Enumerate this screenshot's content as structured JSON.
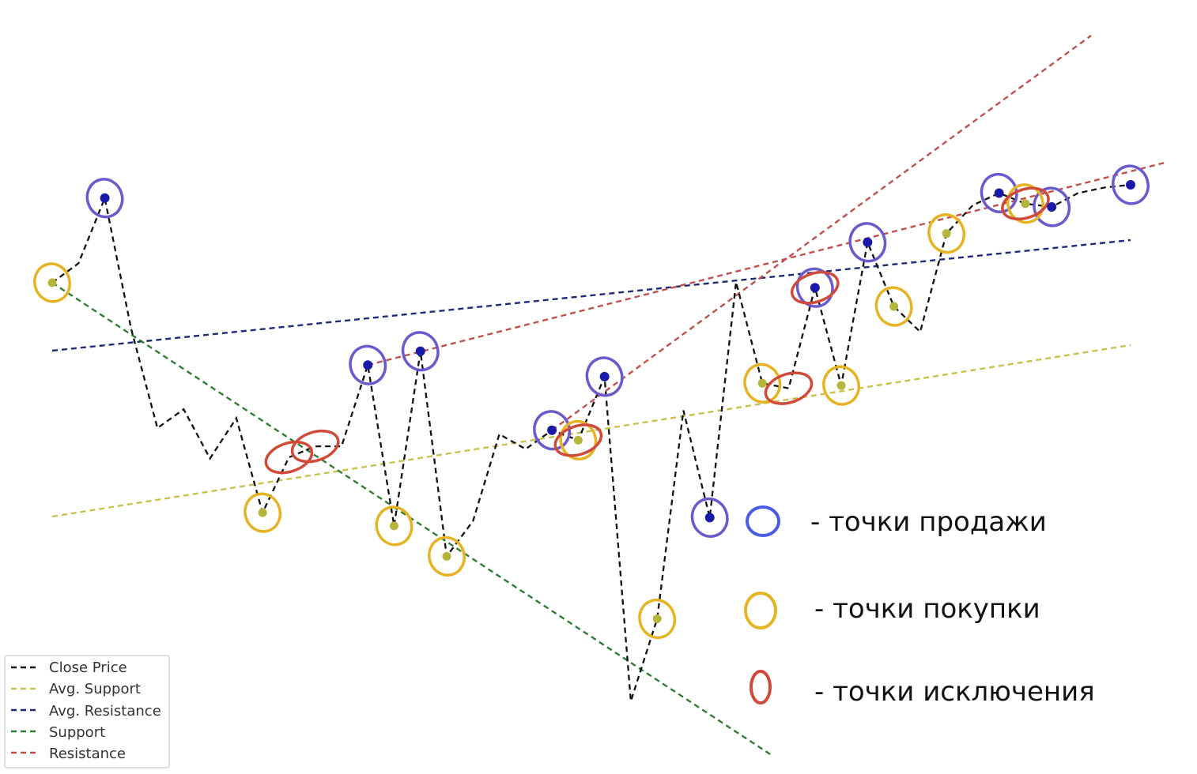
{
  "chart_data": {
    "type": "line",
    "title": "",
    "xlabel": "",
    "ylabel": "",
    "axes_visible": false,
    "grid": false,
    "legend_position": "bottom-left",
    "x": [
      0,
      1,
      2,
      3,
      4,
      5,
      6,
      7,
      8,
      9,
      10,
      11,
      12,
      13,
      14,
      15,
      16,
      17,
      18,
      19,
      20,
      21,
      22,
      23,
      24,
      25,
      26,
      27,
      28,
      29,
      30,
      31,
      32,
      33,
      34,
      35,
      36,
      37,
      38,
      39,
      40,
      41
    ],
    "series": [
      {
        "name": "Close Price",
        "style": "dashed",
        "color": "#111111",
        "values": [
          70.3,
          73.8,
          85.6,
          62.0,
          44.0,
          47.4,
          38.5,
          45.8,
          28.7,
          38.7,
          40.7,
          40.7,
          55.4,
          26.3,
          57.9,
          20.8,
          27.2,
          42.9,
          40.2,
          43.6,
          41.8,
          53.3,
          -5.4,
          9.5,
          47.2,
          27.8,
          70.4,
          52.1,
          51.2,
          69.4,
          51.7,
          77.6,
          66.0,
          61.4,
          79.2,
          84.3,
          86.5,
          84.6,
          84.0,
          86.5,
          87.5,
          88.0
        ]
      },
      {
        "name": "Avg. Support",
        "style": "dashed",
        "color": "#c9c24a",
        "values": [
          28.0,
          59.0
        ]
      },
      {
        "name": "Avg. Resistance",
        "style": "dashed",
        "color": "#1f2a7a",
        "values": [
          58.0,
          78.0
        ]
      },
      {
        "name": "Support",
        "style": "dashed",
        "color": "#2e7d32",
        "values": [
          70.3,
          -15.0
        ]
      },
      {
        "name": "Resistance",
        "style": "dashed",
        "color": "#c0504d",
        "values": [
          55.4,
          92.0
        ]
      }
    ],
    "sell_points_x": [
      2,
      12,
      14,
      19,
      21,
      25,
      29,
      31,
      36,
      38,
      41
    ],
    "buy_points_x": [
      0,
      8,
      13,
      15,
      20,
      23,
      27,
      30,
      32,
      34,
      37
    ],
    "exception_points_x": [
      9,
      10,
      20,
      28,
      29,
      37
    ],
    "annotations": [
      {
        "marker": "blue-circle",
        "text": "- точки продажи"
      },
      {
        "marker": "yellow-circle",
        "text": "- точки покупки"
      },
      {
        "marker": "red-circle",
        "text": "- точки исключения"
      }
    ]
  },
  "legend": [
    {
      "label": "Close Price",
      "color": "#111111"
    },
    {
      "label": "Avg. Support",
      "color": "#c9c24a"
    },
    {
      "label": "Avg. Resistance",
      "color": "#1f2a7a"
    },
    {
      "label": "Support",
      "color": "#2e7d32"
    },
    {
      "label": "Resistance",
      "color": "#c0504d"
    }
  ],
  "colors": {
    "sell_dot": "#1a1aa8",
    "buy_dot": "#b5b53a",
    "sell_ring": "#6a5acd",
    "buy_ring": "#e6b422",
    "exception_ring": "#d04a3a"
  }
}
